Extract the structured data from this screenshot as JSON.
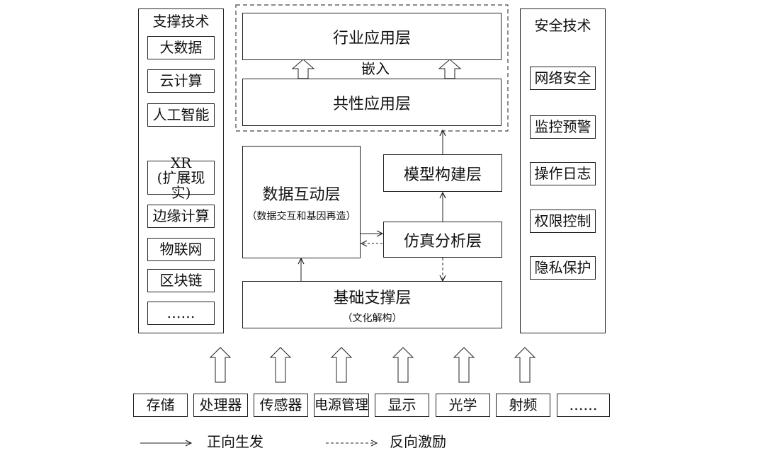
{
  "support_tech": {
    "title": "支撑技术",
    "items": [
      "大数据",
      "云计算",
      "人工智能",
      "XR",
      "(扩展现实)",
      "边缘计算",
      "物联网",
      "区块链",
      "……"
    ]
  },
  "security_tech": {
    "title": "安全技术",
    "items": [
      "网络安全",
      "监控预警",
      "操作日志",
      "权限控制",
      "隐私保护"
    ]
  },
  "layers": {
    "industry": "行业应用层",
    "embed": "嵌入",
    "common": "共性应用层",
    "data_interaction": "数据互动层",
    "data_interaction_sub": "（数据交互和基因再造）",
    "model": "模型构建层",
    "simulation": "仿真分析层",
    "foundation": "基础支撑层",
    "foundation_sub": "（文化解构）"
  },
  "hardware": [
    "存储",
    "处理器",
    "传感器",
    "电源管理",
    "显示",
    "光学",
    "射频",
    "……"
  ],
  "legend": {
    "forward": "正向生发",
    "reverse": "反向激励"
  }
}
